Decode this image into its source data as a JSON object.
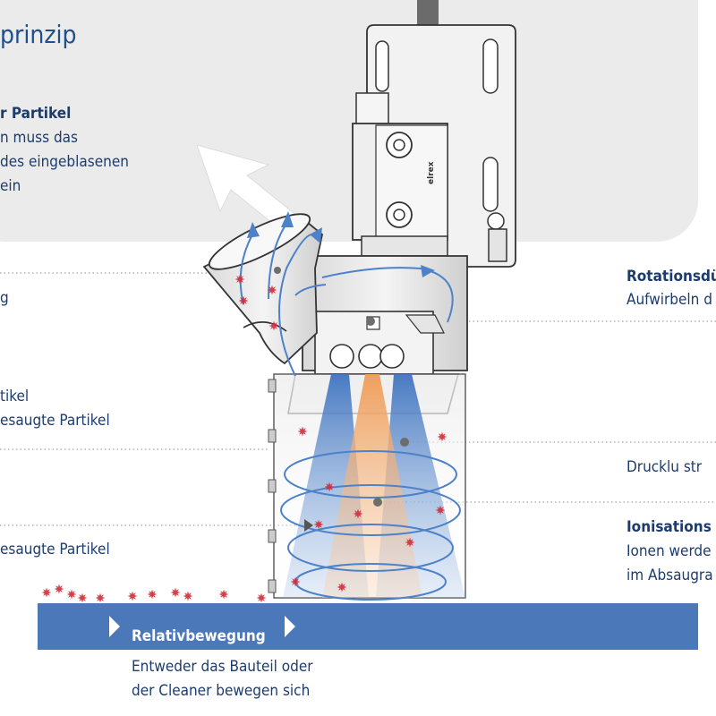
{
  "title": "prinzip",
  "left_notes": {
    "particle": {
      "heading": "r Partikel",
      "lines": [
        "n muss das",
        "des eingeblasenen",
        "ein"
      ]
    },
    "g": {
      "lines": [
        "g"
      ]
    },
    "tikel": {
      "lines": [
        "tikel",
        "esaugte Partikel"
      ]
    },
    "sucked": {
      "lines": [
        "esaugte Partikel"
      ]
    }
  },
  "right_notes": {
    "rotation": {
      "heading": "Rotationsdü",
      "lines": [
        "Aufwirbeln d"
      ]
    },
    "air": {
      "lines": [
        "Drucklu  str"
      ]
    },
    "ionisation": {
      "heading": "Ionisations",
      "lines": [
        "Ionen werde",
        "im Absaugra"
      ]
    }
  },
  "device": {
    "brand": "elrex"
  },
  "motion": {
    "label": "Relativbewegung",
    "caption": [
      "Entweder das Bauteil oder",
      "der Cleaner bewegen sich"
    ]
  },
  "colors": {
    "panel": "#ebebeb",
    "band": "#4a78b9",
    "text": "#1d3c6e",
    "particle": "#cf2c3a",
    "air": "#4d82c8",
    "ion": "#f0a366"
  }
}
